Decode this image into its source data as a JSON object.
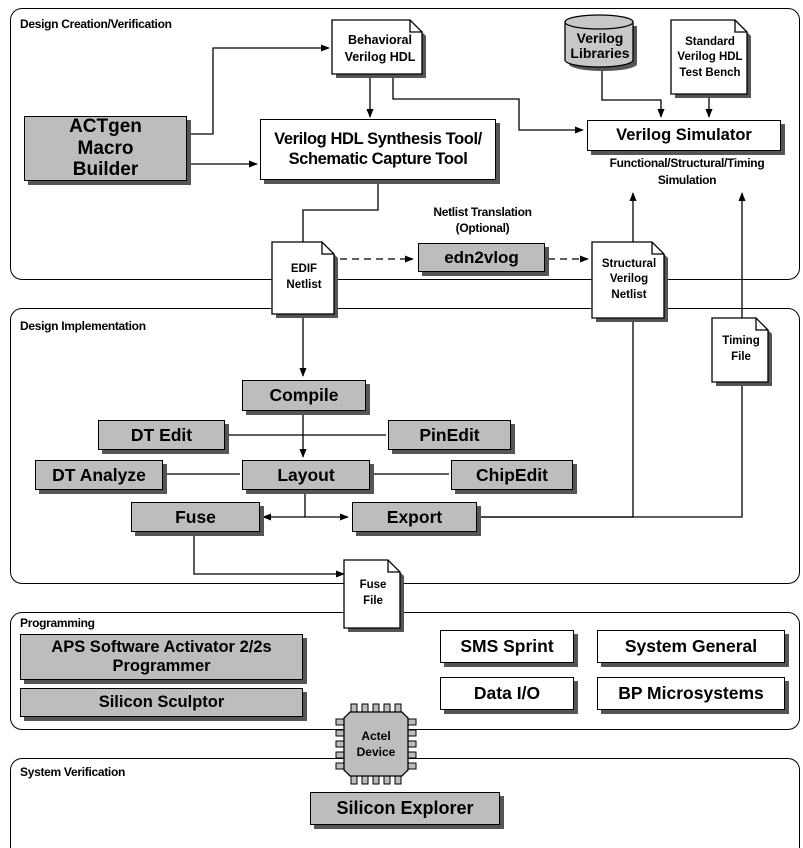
{
  "sections": {
    "creation": "Design Creation/Verification",
    "implementation": "Design Implementation",
    "programming": "Programming",
    "verification": "System Verification"
  },
  "creation": {
    "actgen": "ACTgen Macro Builder",
    "behavioral": "Behavioral Verilog HDL",
    "synthesis": "Verilog HDL Synthesis Tool/ Schematic Capture Tool",
    "libraries": "Verilog Libraries",
    "testbench": "Standard Verilog HDL Test Bench",
    "simulator": "Verilog Simulator",
    "simulation_types": "Functional/Structural/Timing Simulation",
    "netlist_translation": "Netlist Translation (Optional)",
    "edif": "EDIF Netlist",
    "edn2vlog": "edn2vlog",
    "structural": "Structural Verilog Netlist"
  },
  "implementation": {
    "compile": "Compile",
    "dt_edit": "DT Edit",
    "pinedit": "PinEdit",
    "dt_analyze": "DT Analyze",
    "layout": "Layout",
    "chipedit": "ChipEdit",
    "fuse": "Fuse",
    "export": "Export",
    "timing_file": "Timing File",
    "fuse_file": "Fuse File"
  },
  "programming": {
    "aps": "APS Software Activator 2/2s Programmer",
    "sculptor": "Silicon Sculptor",
    "sms": "SMS Sprint",
    "system_general": "System General",
    "data_io": "Data I/O",
    "bp": "BP Microsystems",
    "device": "Actel Device"
  },
  "verification": {
    "explorer": "Silicon Explorer"
  }
}
